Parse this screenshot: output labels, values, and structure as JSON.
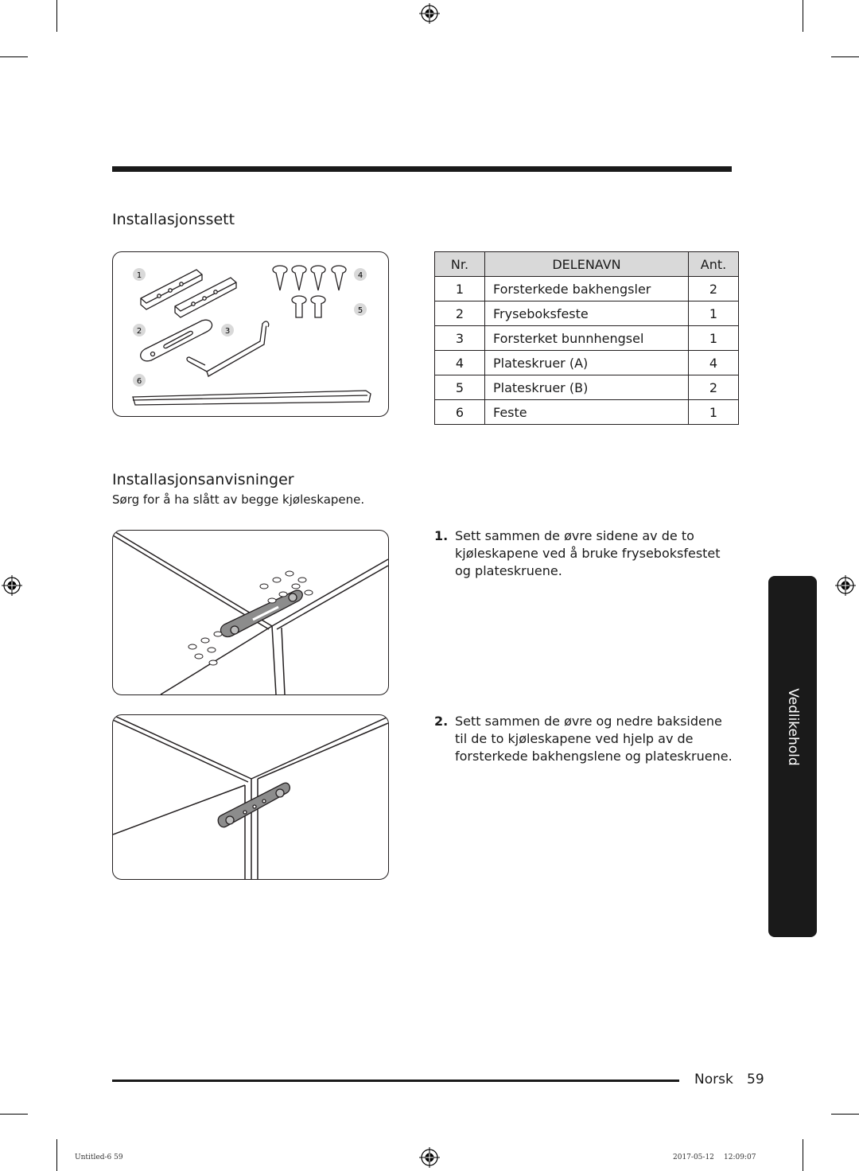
{
  "section1": {
    "title": "Installasjonssett"
  },
  "kit_labels": [
    "1",
    "2",
    "3",
    "4",
    "5",
    "6"
  ],
  "parts_table": {
    "headers": [
      "Nr.",
      "DELENAVN",
      "Ant."
    ],
    "rows": [
      {
        "nr": "1",
        "name": "Forsterkede bakhengsler",
        "qty": "2"
      },
      {
        "nr": "2",
        "name": "Fryseboksfeste",
        "qty": "1"
      },
      {
        "nr": "3",
        "name": "Forsterket bunnhengsel",
        "qty": "1"
      },
      {
        "nr": "4",
        "name": "Plateskruer (A)",
        "qty": "4"
      },
      {
        "nr": "5",
        "name": "Plateskruer (B)",
        "qty": "2"
      },
      {
        "nr": "6",
        "name": "Feste",
        "qty": "1"
      }
    ]
  },
  "section2": {
    "title": "Installasjonsanvisninger",
    "note": "Sørg for å ha slått av begge kjøleskapene."
  },
  "steps": [
    {
      "number": "1.",
      "text": "Sett sammen de øvre sidene av de to kjøleskapene ved å bruke fryseboksfestet og plateskruene."
    },
    {
      "number": "2.",
      "text": "Sett sammen de øvre og nedre baksidene til de to kjøleskapene ved hjelp av de forsterkede bakhengslene og plateskruene."
    }
  ],
  "side_tab": {
    "label": "Vedlikehold"
  },
  "footer": {
    "language": "Norsk",
    "page": "59"
  },
  "print_info": {
    "file": "Untitled-6   59",
    "date": "2017-05-12",
    "time": "12:09:07"
  },
  "colors": {
    "text": "#1a1a1a",
    "tab": "#1a1a1a",
    "header_fill": "#d9d9d9"
  }
}
